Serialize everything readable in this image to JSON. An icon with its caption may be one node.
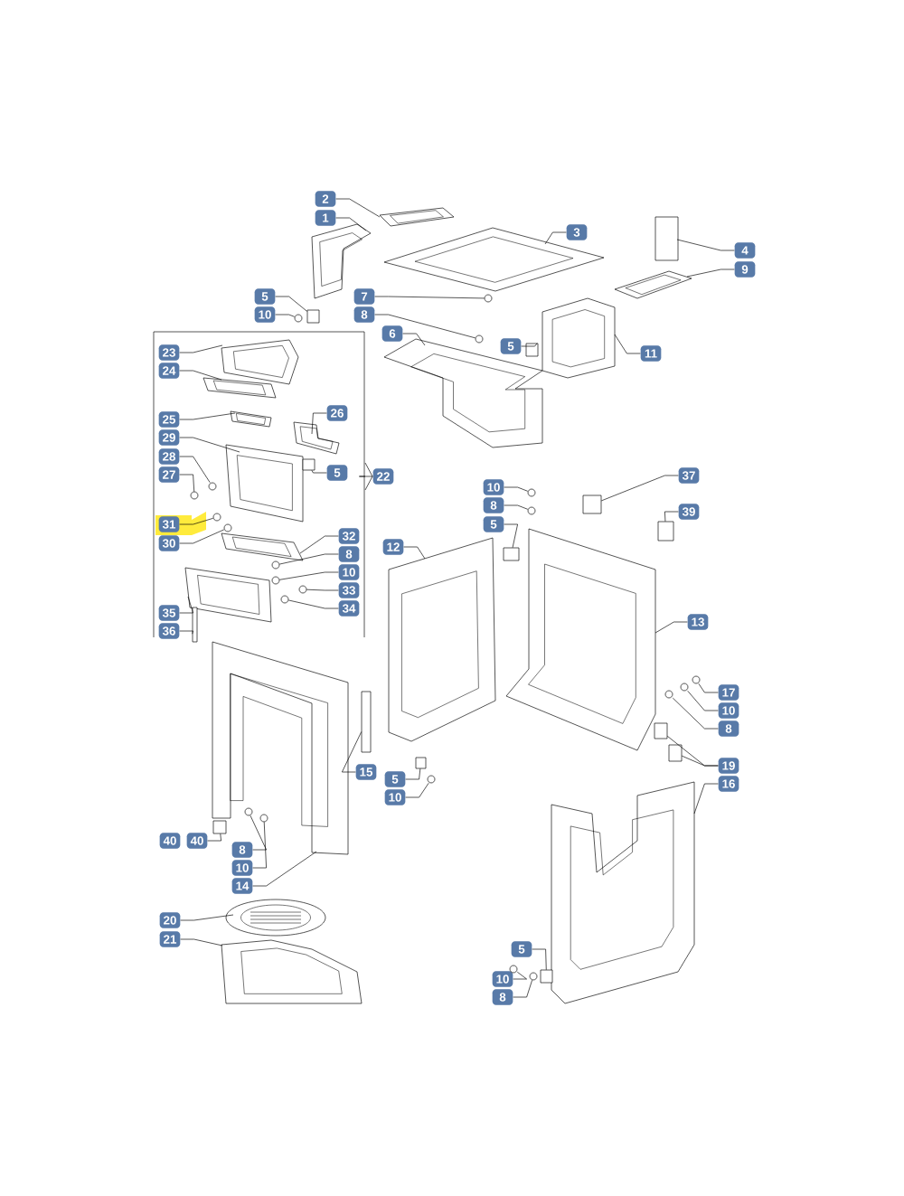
{
  "diagram": {
    "nodes": [
      {
        "text": [
          "2"
        ]
      },
      {
        "text": [
          "1"
        ]
      },
      {
        "text": [
          "3"
        ]
      },
      {
        "text": [
          "4"
        ]
      },
      {
        "text": [
          "9"
        ]
      },
      {
        "text": [
          "5"
        ]
      },
      {
        "text": [
          "10"
        ]
      },
      {
        "text": [
          "7"
        ]
      },
      {
        "text": [
          "8"
        ]
      },
      {
        "text": [
          "6"
        ]
      },
      {
        "text": [
          "5"
        ]
      },
      {
        "text": [
          "11"
        ]
      },
      {
        "text": [
          "23"
        ]
      },
      {
        "text": [
          "24"
        ]
      },
      {
        "text": [
          "25"
        ]
      },
      {
        "text": [
          "26"
        ]
      },
      {
        "text": [
          "29"
        ]
      },
      {
        "text": [
          "28"
        ]
      },
      {
        "text": [
          "5"
        ]
      },
      {
        "text": [
          "27"
        ]
      },
      {
        "text": [
          "22"
        ]
      },
      {
        "text": [
          "31"
        ]
      },
      {
        "text": [
          "30"
        ]
      },
      {
        "text": [
          "32"
        ]
      },
      {
        "text": [
          "8"
        ]
      },
      {
        "text": [
          "10"
        ]
      },
      {
        "text": [
          "33"
        ]
      },
      {
        "text": [
          "34"
        ]
      },
      {
        "text": [
          "35"
        ]
      },
      {
        "text": [
          "36"
        ]
      },
      {
        "text": [
          "10"
        ]
      },
      {
        "text": [
          "8"
        ]
      },
      {
        "text": [
          "5"
        ]
      },
      {
        "text": [
          "12"
        ]
      },
      {
        "text": [
          "37"
        ]
      },
      {
        "text": [
          "39"
        ]
      },
      {
        "text": [
          "13"
        ]
      },
      {
        "text": [
          "17"
        ]
      },
      {
        "text": [
          "10"
        ]
      },
      {
        "text": [
          "8"
        ]
      },
      {
        "text": [
          "19"
        ]
      },
      {
        "text": [
          "16"
        ]
      },
      {
        "text": [
          "15"
        ]
      },
      {
        "text": [
          "5"
        ]
      },
      {
        "text": [
          "10"
        ]
      },
      {
        "text": [
          "40"
        ]
      },
      {
        "text": [
          "40"
        ]
      },
      {
        "text": [
          "8"
        ]
      },
      {
        "text": [
          "10"
        ]
      },
      {
        "text": [
          "14"
        ]
      },
      {
        "text": [
          "20"
        ]
      },
      {
        "text": [
          "21"
        ]
      },
      {
        "text": [
          "5"
        ]
      },
      {
        "text": [
          "10"
        ]
      },
      {
        "text": [
          "8"
        ]
      },
      {
        "text": [],
        "shape": "picture"
      },
      {
        "text": [],
        "shape": "picture"
      },
      {
        "text": [],
        "shape": "picture"
      },
      {
        "text": [],
        "shape": "box"
      },
      {
        "text": [],
        "shape": "picture"
      },
      {
        "text": [],
        "shape": "box"
      },
      {
        "text": [],
        "shape": "circle"
      },
      {
        "text": [],
        "shape": "circle"
      },
      {
        "text": [],
        "shape": "circle"
      },
      {
        "text": [],
        "shape": "picture"
      },
      {
        "text": [],
        "shape": "box"
      },
      {
        "text": [],
        "shape": "picture"
      },
      {
        "text": [],
        "shape": "picture"
      },
      {
        "text": [],
        "shape": "picture"
      },
      {
        "text": [],
        "shape": "picture"
      },
      {
        "text": [],
        "shape": "picture"
      },
      {
        "text": [],
        "shape": "picture"
      },
      {
        "text": [],
        "shape": "circle"
      },
      {
        "text": [],
        "shape": "box"
      },
      {
        "text": [],
        "shape": "circle"
      },
      {
        "text": [],
        "shape": "circle"
      },
      {
        "text": [],
        "shape": "circle"
      },
      {
        "text": [],
        "shape": "picture"
      },
      {
        "text": [],
        "shape": "circle"
      },
      {
        "text": [],
        "shape": "circle"
      },
      {
        "text": [],
        "shape": "circle"
      },
      {
        "text": [],
        "shape": "circle"
      },
      {
        "text": [],
        "shape": "picture"
      },
      {
        "text": [],
        "shape": "box"
      },
      {
        "text": [],
        "shape": "circle"
      },
      {
        "text": [],
        "shape": "circle"
      },
      {
        "text": [],
        "shape": "box"
      },
      {
        "text": [],
        "shape": "picture"
      },
      {
        "text": [],
        "shape": "box"
      },
      {
        "text": [],
        "shape": "box"
      },
      {
        "text": [],
        "shape": "picture"
      },
      {
        "text": [],
        "shape": "circle"
      },
      {
        "text": [],
        "shape": "circle"
      },
      {
        "text": [],
        "shape": "circle"
      },
      {
        "text": [],
        "shape": "box"
      },
      {
        "text": [],
        "shape": "box"
      },
      {
        "text": [],
        "shape": "picture"
      },
      {
        "text": [],
        "shape": "box"
      },
      {
        "text": [],
        "shape": "box"
      },
      {
        "text": [],
        "shape": "circle"
      },
      {
        "text": [],
        "shape": "box"
      },
      {
        "text": [],
        "shape": "circle"
      },
      {
        "text": [],
        "shape": "circle"
      },
      {
        "text": [],
        "shape": "picture"
      },
      {
        "text": [],
        "shape": "picture"
      },
      {
        "text": [],
        "shape": "picture"
      },
      {
        "text": [],
        "shape": "box"
      },
      {
        "text": [],
        "shape": "circle"
      },
      {
        "text": [],
        "shape": "circle"
      }
    ],
    "edges": [
      {
        "from": 0,
        "to": 55,
        "arrow": "none"
      },
      {
        "from": 1,
        "to": 56,
        "arrow": "none"
      },
      {
        "from": 2,
        "to": 57,
        "arrow": "none"
      },
      {
        "from": 3,
        "to": 58,
        "arrow": "none"
      },
      {
        "from": 4,
        "to": 59,
        "arrow": "none"
      },
      {
        "from": 5,
        "to": 60,
        "arrow": "none"
      },
      {
        "from": 6,
        "to": 61,
        "arrow": "none"
      },
      {
        "from": 7,
        "to": 62,
        "arrow": "none"
      },
      {
        "from": 8,
        "to": 63,
        "arrow": "none"
      },
      {
        "from": 9,
        "to": 64,
        "arrow": "none"
      },
      {
        "from": 10,
        "to": 65,
        "arrow": "none"
      },
      {
        "from": 11,
        "to": 66,
        "arrow": "none"
      },
      {
        "from": 12,
        "to": 67,
        "arrow": "none"
      },
      {
        "from": 13,
        "to": 68,
        "arrow": "none"
      },
      {
        "from": 14,
        "to": 69,
        "arrow": "none"
      },
      {
        "from": 15,
        "to": 70,
        "arrow": "none"
      },
      {
        "from": 16,
        "to": 71,
        "arrow": "none"
      },
      {
        "from": 17,
        "to": 72,
        "arrow": "none"
      },
      {
        "from": 18,
        "to": 73,
        "arrow": "none"
      },
      {
        "from": 19,
        "to": 74,
        "arrow": "none"
      },
      {
        "from": 20,
        "to": null,
        "arrow": "none"
      },
      {
        "from": 21,
        "to": 75,
        "arrow": "none"
      },
      {
        "from": 22,
        "to": 76,
        "arrow": "none"
      },
      {
        "from": 23,
        "to": 77,
        "arrow": "none"
      },
      {
        "from": 24,
        "to": 78,
        "arrow": "none"
      },
      {
        "from": 25,
        "to": 79,
        "arrow": "none"
      },
      {
        "from": 26,
        "to": 80,
        "arrow": "none"
      },
      {
        "from": 27,
        "to": 81,
        "arrow": "none"
      },
      {
        "from": 28,
        "to": 82,
        "arrow": "none"
      },
      {
        "from": 29,
        "to": 83,
        "arrow": "none"
      },
      {
        "from": 30,
        "to": 84,
        "arrow": "none"
      },
      {
        "from": 31,
        "to": 85,
        "arrow": "none"
      },
      {
        "from": 32,
        "to": 86,
        "arrow": "none"
      },
      {
        "from": 33,
        "to": 87,
        "arrow": "none"
      },
      {
        "from": 34,
        "to": 88,
        "arrow": "none"
      },
      {
        "from": 35,
        "to": 89,
        "arrow": "none"
      },
      {
        "from": 36,
        "to": 90,
        "arrow": "none"
      },
      {
        "from": 37,
        "to": 91,
        "arrow": "none"
      },
      {
        "from": 38,
        "to": 92,
        "arrow": "none"
      },
      {
        "from": 39,
        "to": 93,
        "arrow": "none"
      },
      {
        "from": 40,
        "to": 94,
        "arrow": "none"
      },
      {
        "from": 40,
        "to": 95,
        "arrow": "none"
      },
      {
        "from": 41,
        "to": 96,
        "arrow": "none"
      },
      {
        "from": 42,
        "to": 97,
        "arrow": "none"
      },
      {
        "from": 43,
        "to": 98,
        "arrow": "none"
      },
      {
        "from": 44,
        "to": 99,
        "arrow": "none"
      },
      {
        "from": 46,
        "to": 100,
        "arrow": "none"
      },
      {
        "from": 47,
        "to": 101,
        "arrow": "none"
      },
      {
        "from": 48,
        "to": 102,
        "arrow": "none"
      },
      {
        "from": 49,
        "to": 103,
        "arrow": "none"
      },
      {
        "from": 50,
        "to": 104,
        "arrow": "none"
      },
      {
        "from": 51,
        "to": 105,
        "arrow": "none"
      },
      {
        "from": 52,
        "to": 106,
        "arrow": "none"
      },
      {
        "from": 53,
        "to": 107,
        "arrow": "none"
      },
      {
        "from": 54,
        "to": 108,
        "arrow": "none"
      }
    ]
  }
}
